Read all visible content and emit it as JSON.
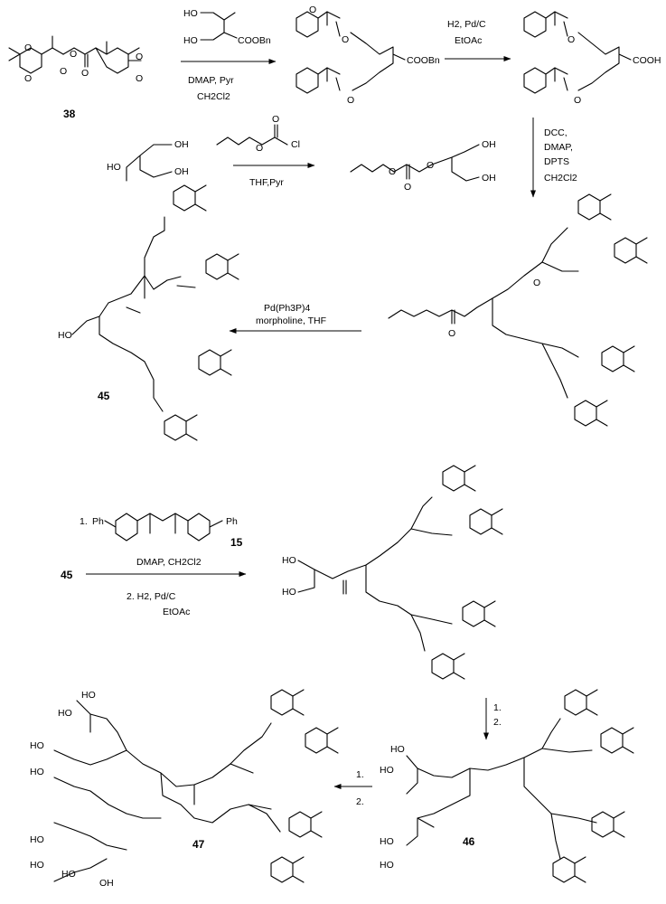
{
  "compounds": {
    "c38": "38",
    "c15": "15",
    "c45_top": "45",
    "c45_mid": "45",
    "c46": "46",
    "c47": "47"
  },
  "atoms": {
    "O": "O",
    "HO": "HO",
    "OH": "OH",
    "Cl": "Cl",
    "Ph": "Ph",
    "COOBn": "COOBn",
    "COOH": "COOH"
  },
  "reagents": {
    "step1": [
      "DMAP, Pyr",
      "CH2Cl2"
    ],
    "step2": [
      "H2, Pd/C",
      "EtOAc"
    ],
    "step3": [
      "THF,Pyr"
    ],
    "step4": [
      "DCC,",
      "DMAP,",
      "DPTS",
      "CH2Cl2"
    ],
    "step5": [
      "Pd(Ph3P)4",
      "morpholine, THF"
    ],
    "step6": [
      "1.",
      "DMAP, CH2Cl2",
      "2.  H2, Pd/C",
      "EtOAc"
    ],
    "step7": [
      "1.",
      "2."
    ],
    "step8": [
      "1.",
      "2."
    ]
  }
}
